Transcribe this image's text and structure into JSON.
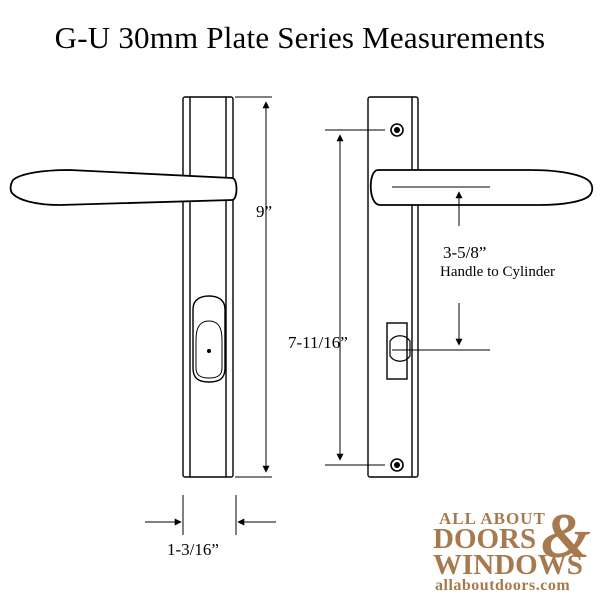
{
  "title": "G-U 30mm Plate Series Measurements",
  "dimensions": {
    "height": "9”",
    "width": "1-3/16”",
    "hole_spacing": "7-11/16”",
    "handle_to_cylinder_value": "3-5/8”",
    "handle_to_cylinder_label": "Handle to Cylinder"
  },
  "logo": {
    "line1": "ALL ABOUT",
    "line2": "DOORS",
    "line3": "WINDOWS",
    "ampersand": "&",
    "url": "allaboutdoors.com"
  },
  "colors": {
    "line": "#000000",
    "logo": "#a77a4e"
  }
}
